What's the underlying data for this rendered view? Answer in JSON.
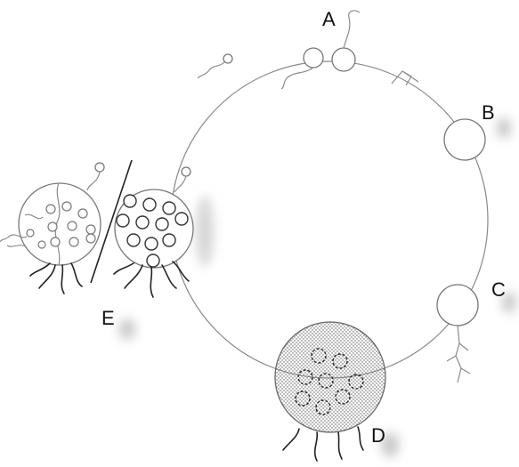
{
  "diagram": {
    "labels": {
      "a": "A",
      "b": "B",
      "c": "C",
      "d": "D",
      "e": "E"
    },
    "colors": {
      "line": "#8a8a8a",
      "ink": "#222222",
      "shadow": "#c8c8c8",
      "stipple": "#555555"
    }
  }
}
